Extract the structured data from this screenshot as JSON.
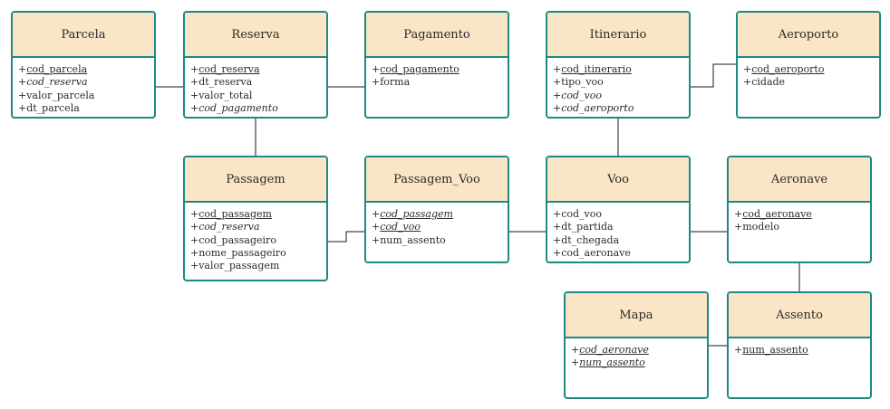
{
  "entities": [
    {
      "id": "parcela",
      "title": "Parcela",
      "attributes": [
        {
          "prefix": "+",
          "name": "cod_parcela",
          "pk": true,
          "fk": false
        },
        {
          "prefix": "+",
          "name": "cod_reserva",
          "pk": false,
          "fk": true
        },
        {
          "prefix": "+",
          "name": "valor_parcela",
          "pk": false,
          "fk": false
        },
        {
          "prefix": "+",
          "name": "dt_parcela",
          "pk": false,
          "fk": false
        }
      ]
    },
    {
      "id": "reserva",
      "title": "Reserva",
      "attributes": [
        {
          "prefix": "+",
          "name": "cod_reserva",
          "pk": true,
          "fk": false
        },
        {
          "prefix": "+",
          "name": "dt_reserva",
          "pk": false,
          "fk": false
        },
        {
          "prefix": "+",
          "name": "valor_total",
          "pk": false,
          "fk": false
        },
        {
          "prefix": "+",
          "name": "cod_pagamento",
          "pk": false,
          "fk": true
        }
      ]
    },
    {
      "id": "pagamento",
      "title": "Pagamento",
      "attributes": [
        {
          "prefix": "+",
          "name": "cod_pagamento",
          "pk": true,
          "fk": false
        },
        {
          "prefix": "+",
          "name": "forma",
          "pk": false,
          "fk": false
        }
      ]
    },
    {
      "id": "itinerario",
      "title": "Itinerario",
      "attributes": [
        {
          "prefix": "+",
          "name": "cod_itinerario",
          "pk": true,
          "fk": false
        },
        {
          "prefix": "+",
          "name": "tipo_voo",
          "pk": false,
          "fk": false
        },
        {
          "prefix": "+",
          "name": "cod_voo",
          "pk": false,
          "fk": true
        },
        {
          "prefix": "+",
          "name": "cod_aeroporto",
          "pk": false,
          "fk": true
        }
      ]
    },
    {
      "id": "aeroporto",
      "title": "Aeroporto",
      "attributes": [
        {
          "prefix": "+",
          "name": "cod_aeroporto",
          "pk": true,
          "fk": false
        },
        {
          "prefix": "+",
          "name": "cidade",
          "pk": false,
          "fk": false
        }
      ]
    },
    {
      "id": "passagem",
      "title": "Passagem",
      "attributes": [
        {
          "prefix": "+",
          "name": "cod_passagem",
          "pk": true,
          "fk": false
        },
        {
          "prefix": "+",
          "name": "cod_reserva",
          "pk": false,
          "fk": true
        },
        {
          "prefix": "+",
          "name": "cod_passageiro",
          "pk": false,
          "fk": false
        },
        {
          "prefix": "+",
          "name": "nome_passageiro",
          "pk": false,
          "fk": false
        },
        {
          "prefix": "+",
          "name": "valor_passagem",
          "pk": false,
          "fk": false
        }
      ]
    },
    {
      "id": "passagem-voo",
      "title": "Passagem_Voo",
      "attributes": [
        {
          "prefix": "+",
          "name": "cod_passagem",
          "pk": true,
          "fk": true
        },
        {
          "prefix": "+",
          "name": "cod_voo",
          "pk": true,
          "fk": true
        },
        {
          "prefix": "+",
          "name": "num_assento",
          "pk": false,
          "fk": false
        }
      ]
    },
    {
      "id": "voo",
      "title": "Voo",
      "attributes": [
        {
          "prefix": "+",
          "name": "cod_voo",
          "pk": false,
          "fk": false
        },
        {
          "prefix": "+",
          "name": "dt_partida",
          "pk": false,
          "fk": false
        },
        {
          "prefix": "+",
          "name": "dt_chegada",
          "pk": false,
          "fk": false
        },
        {
          "prefix": "+",
          "name": "cod_aeronave",
          "pk": false,
          "fk": false
        }
      ]
    },
    {
      "id": "aeronave",
      "title": "Aeronave",
      "attributes": [
        {
          "prefix": "+",
          "name": "cod_aeronave",
          "pk": true,
          "fk": false
        },
        {
          "prefix": "+",
          "name": "modelo",
          "pk": false,
          "fk": false
        }
      ]
    },
    {
      "id": "mapa",
      "title": "Mapa",
      "attributes": [
        {
          "prefix": "+",
          "name": "cod_aeronave",
          "pk": true,
          "fk": true
        },
        {
          "prefix": "+",
          "name": "num_assento",
          "pk": true,
          "fk": true
        }
      ]
    },
    {
      "id": "assento",
      "title": "Assento",
      "attributes": [
        {
          "prefix": "+",
          "name": "num_assento",
          "pk": true,
          "fk": false
        }
      ]
    }
  ],
  "relationships": [
    {
      "from": "parcela",
      "to": "reserva"
    },
    {
      "from": "reserva",
      "to": "pagamento"
    },
    {
      "from": "reserva",
      "to": "passagem"
    },
    {
      "from": "itinerario",
      "to": "aeroporto"
    },
    {
      "from": "itinerario",
      "to": "voo"
    },
    {
      "from": "passagem",
      "to": "passagem-voo"
    },
    {
      "from": "passagem-voo",
      "to": "voo"
    },
    {
      "from": "voo",
      "to": "aeronave"
    },
    {
      "from": "aeronave",
      "to": "assento"
    },
    {
      "from": "mapa",
      "to": "assento"
    }
  ],
  "colors": {
    "border": "#1d8a82",
    "header": "#fae5c6",
    "line": "#1a1a1a",
    "text": "#2b2b2b"
  }
}
